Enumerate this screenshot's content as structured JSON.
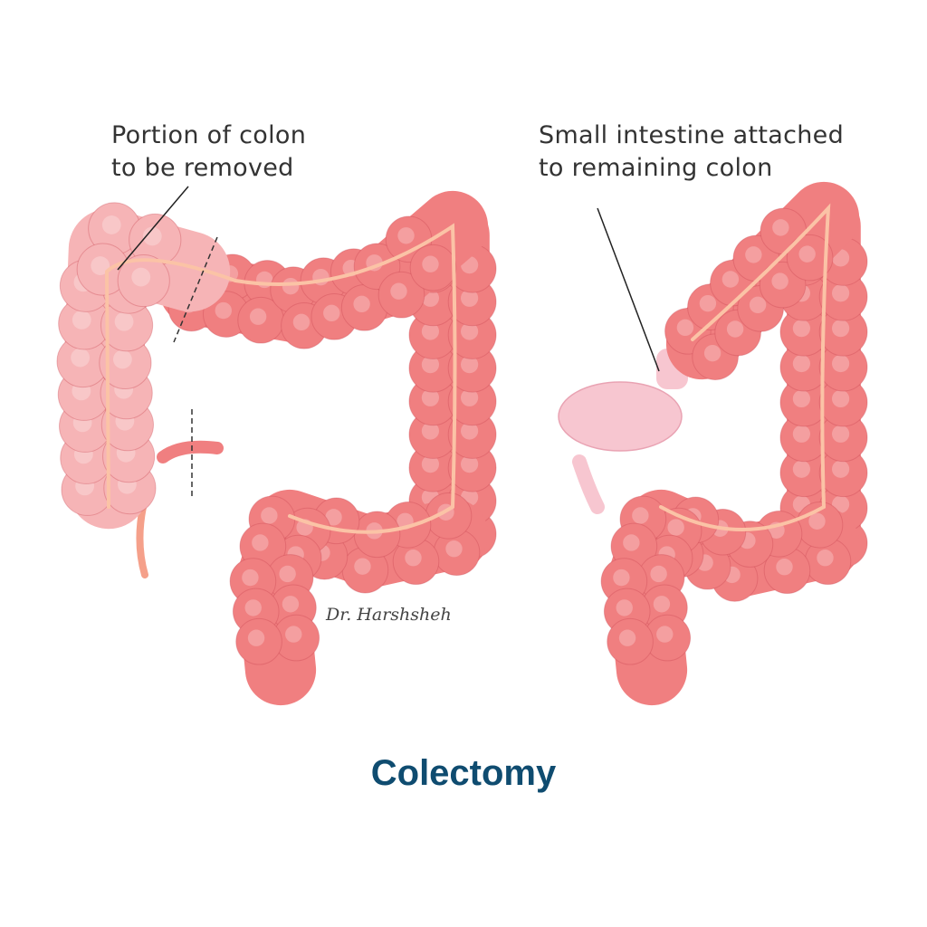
{
  "title": "Colectomy",
  "labels": {
    "left": [
      "Portion of colon",
      "to be removed"
    ],
    "right": [
      "Small intestine attached",
      "to remaining colon"
    ]
  },
  "signature": "Dr. Harshsheh",
  "colors": {
    "colon": "#f07f80",
    "colon_light": "#f6b4b6",
    "vessel": "#fbc3a6",
    "small_intestine": "#f7c6d0",
    "title": "#0f4c70"
  }
}
